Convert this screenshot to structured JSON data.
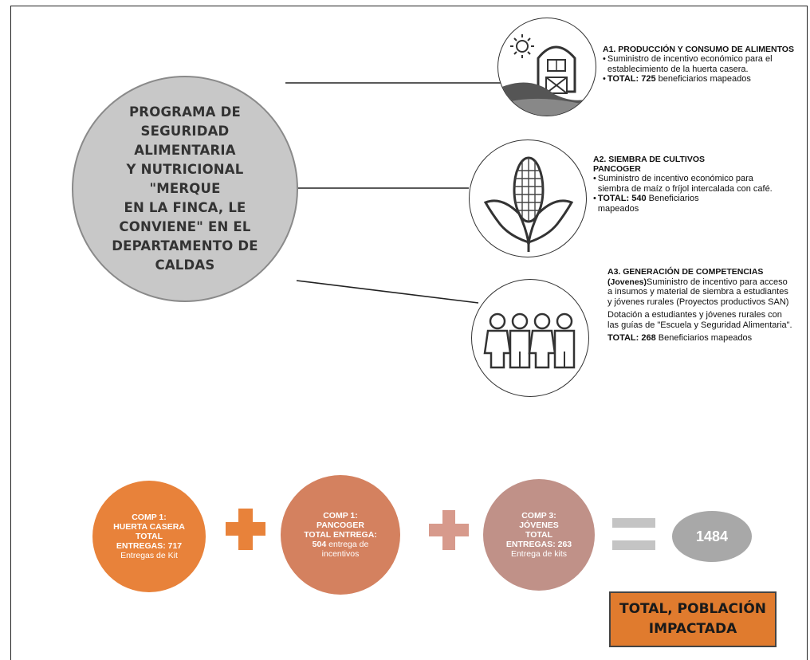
{
  "main": {
    "title": "PROGRAMA DE\nSEGURIDAD ALIMENTARIA\nY NUTRICIONAL \"MERQUE\nEN LA FINCA, LE\nCONVIENE\" EN EL\nDEPARTAMENTO DE\nCALDAS"
  },
  "components": [
    {
      "heading": "A1. PRODUCCIÓN Y CONSUMO DE ALIMENTOS",
      "bullet1": "Suministro de incentivo económico para el establecimiento de la huerta casera.",
      "total_label": "TOTAL: 725",
      "total_rest": " beneficiarios mapeados",
      "icon": "farm-icon"
    },
    {
      "heading": "A2. SIEMBRA DE CULTIVOS PANCOGER",
      "bullet1": "Suministro de incentivo económico para siembra de maíz o fríjol intercalada con café.",
      "total_label": "TOTAL:  540",
      "total_rest": " Beneficiarios mapeados",
      "icon": "corn-icon"
    },
    {
      "heading": "A3. GENERACIÓN DE COMPETENCIAS (Jovenes)",
      "desc": "Suministro de incentivo para acceso a insumos y material de siembra a estudiantes y jóvenes rurales (Proyectos productivos SAN)",
      "desc2": "Dotación a estudiantes y jóvenes rurales con las guías de \"Escuela y Seguridad Alimentaria\".",
      "total_label": "TOTAL: 268",
      "total_rest": " Beneficiarios mapeados",
      "icon": "children-icon"
    }
  ],
  "summary": {
    "items": [
      {
        "l1": "COMP 1:",
        "l2": "HUERTA CASERA",
        "l3": "TOTAL",
        "l4": "ENTREGAS: 717",
        "l5": "Entregas de Kit",
        "color": "#e8823a"
      },
      {
        "l1": "COMP 1:",
        "l2": "PANCOGER",
        "l3": "TOTAL ENTREGA:",
        "l4": "504",
        "l4b": " entrega de",
        "l5": "incentivos",
        "color": "#d4815f"
      },
      {
        "l1": "COMP 3:",
        "l2": "JÓVENES",
        "l3": "TOTAL",
        "l4": "ENTREGAS: 263",
        "l5": "Entrega de kits",
        "color": "#c09188"
      }
    ],
    "result": "1484",
    "total_line1": "TOTAL, POBLACIÓN",
    "total_line2": "IMPACTADA",
    "colors": {
      "plus1": "#e8823a",
      "plus2": "#d79a8c",
      "equals": "#c4c4c4",
      "box": "#e07b2e"
    }
  }
}
